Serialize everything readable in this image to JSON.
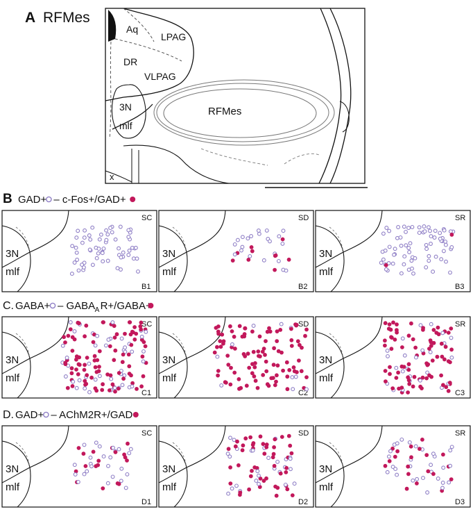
{
  "panel_a": {
    "letter": "A",
    "title": "RFMes",
    "labels": {
      "aq": "Aq",
      "lpag": "LPAG",
      "dr": "DR",
      "vlpag": "VLPAG",
      "n3": "3N",
      "mlf": "mlf",
      "rfmes": "RFMes",
      "x": "x"
    }
  },
  "colors": {
    "open_marker": "#8f7fc6",
    "filled_marker": "#c2185b",
    "line": "#111111"
  },
  "sections": [
    {
      "id": "B",
      "letter": "B",
      "legend_pre": "GAD+",
      "legend_sep": "– c-Fos+/GAD+",
      "sub": "",
      "panels": [
        {
          "tag": "SC",
          "code": "B1",
          "open": 62,
          "filled": 0,
          "rows": 5,
          "spread": 1.0
        },
        {
          "tag": "SD",
          "code": "B2",
          "open": 22,
          "filled": 10,
          "rows": 4,
          "spread": 0.9
        },
        {
          "tag": "SR",
          "code": "B3",
          "open": 72,
          "filled": 2,
          "rows": 5,
          "spread": 1.1
        }
      ]
    },
    {
      "id": "C",
      "letter": "C.",
      "legend_pre": "GABA+",
      "legend_sep": "– GABA",
      "sub": "A",
      "legend_post": "R+/GABA+",
      "panels": [
        {
          "tag": "SC",
          "code": "C1",
          "open": 45,
          "filled": 95,
          "rows": 9,
          "spread": 1.25
        },
        {
          "tag": "SD",
          "code": "C2",
          "open": 10,
          "filled": 100,
          "rows": 8,
          "spread": 1.4
        },
        {
          "tag": "SR",
          "code": "C3",
          "open": 25,
          "filled": 80,
          "rows": 9,
          "spread": 1.0
        }
      ]
    },
    {
      "id": "D",
      "letter": "D.",
      "legend_pre": "GAD+",
      "legend_sep": "– AChM2R+/GAD+",
      "sub": "",
      "panels": [
        {
          "tag": "SC",
          "code": "D1",
          "open": 25,
          "filled": 18,
          "rows": 5,
          "spread": 0.9
        },
        {
          "tag": "SD",
          "code": "D2",
          "open": 28,
          "filled": 48,
          "rows": 7,
          "spread": 1.0
        },
        {
          "tag": "SR",
          "code": "D3",
          "open": 30,
          "filled": 20,
          "rows": 6,
          "spread": 1.0
        }
      ]
    }
  ],
  "inset_labels": {
    "n3": "3N",
    "mlf": "mlf"
  }
}
